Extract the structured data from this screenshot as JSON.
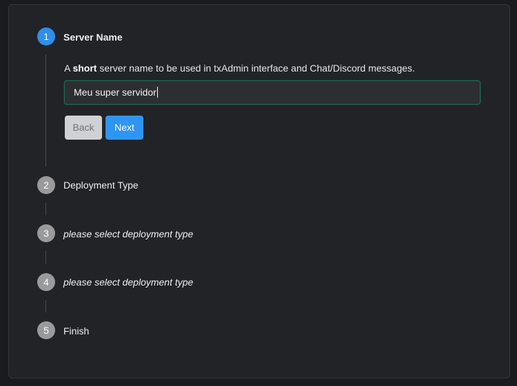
{
  "steps": [
    {
      "number": "1",
      "title": "Server Name",
      "state": "active"
    },
    {
      "number": "2",
      "title": "Deployment Type",
      "state": "pending"
    },
    {
      "number": "3",
      "title": "please select deployment type",
      "state": "pending"
    },
    {
      "number": "4",
      "title": "please select deployment type",
      "state": "pending"
    },
    {
      "number": "5",
      "title": "Finish",
      "state": "pending"
    }
  ],
  "server_name": {
    "desc_prefix": "A ",
    "desc_bold": "short",
    "desc_suffix": " server name to be used in txAdmin interface and Chat/Discord messages.",
    "input_value": "Meu super servidor"
  },
  "buttons": {
    "back_label": "Back",
    "next_label": "Next"
  },
  "colors": {
    "active_step": "#2f8eea",
    "inactive_step": "#9a9a9d",
    "next_button": "#2f95f3",
    "back_button": "#d0d1d5"
  }
}
